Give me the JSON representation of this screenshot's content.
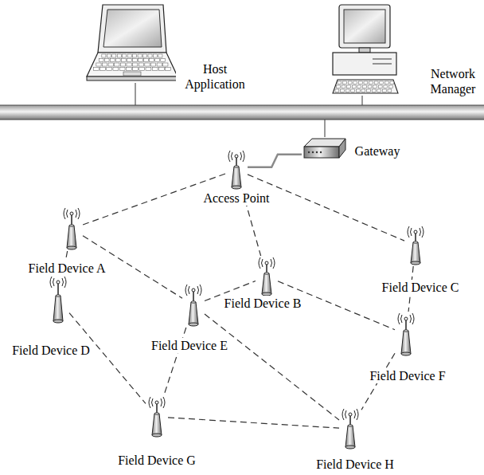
{
  "diagram": {
    "nodes": [
      {
        "text": [
          "Host Application"
        ]
      },
      {
        "text": [
          "Network Manager"
        ]
      },
      {
        "text": [
          "Gateway"
        ]
      },
      {
        "text": [
          "Access Point"
        ]
      },
      {
        "text": [
          "Field Device A"
        ]
      },
      {
        "text": [
          "Field Device B"
        ]
      },
      {
        "text": [
          "Field Device C"
        ]
      },
      {
        "text": [
          "Field Device D"
        ]
      },
      {
        "text": [
          "Field Device E"
        ]
      },
      {
        "text": [
          "Field Device F"
        ]
      },
      {
        "text": [
          "Field Device G"
        ]
      },
      {
        "text": [
          "Field Device H"
        ]
      }
    ],
    "edges": [
      {
        "from": 2,
        "to": 3,
        "arrow": "none"
      },
      {
        "from": 3,
        "to": 4,
        "arrow": "none"
      },
      {
        "from": 3,
        "to": 5,
        "arrow": "none"
      },
      {
        "from": 3,
        "to": 6,
        "arrow": "none"
      },
      {
        "from": 4,
        "to": 7,
        "arrow": "none"
      },
      {
        "from": 4,
        "to": 8,
        "arrow": "none"
      },
      {
        "from": 8,
        "to": 5,
        "arrow": "none"
      },
      {
        "from": 5,
        "to": 9,
        "arrow": "none"
      },
      {
        "from": 6,
        "to": 9,
        "arrow": "none"
      },
      {
        "from": 7,
        "to": 10,
        "arrow": "none"
      },
      {
        "from": 8,
        "to": 10,
        "arrow": "none"
      },
      {
        "from": 8,
        "to": 11,
        "arrow": "none"
      },
      {
        "from": 10,
        "to": 11,
        "arrow": "none"
      },
      {
        "from": 9,
        "to": 11,
        "arrow": "none"
      }
    ]
  }
}
